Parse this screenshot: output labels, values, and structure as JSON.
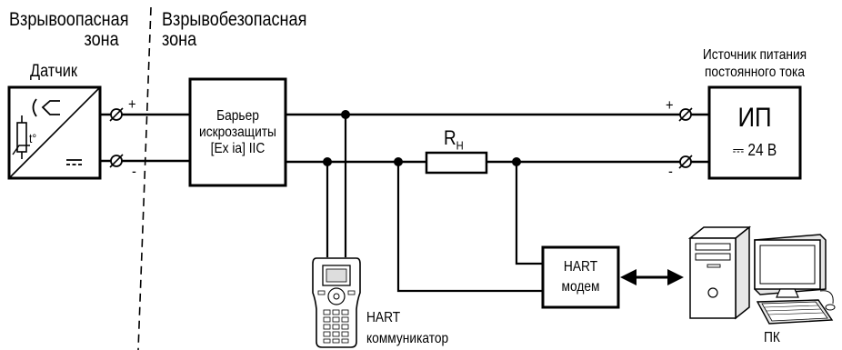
{
  "zones": {
    "hazardous": [
      "Взрывоопасная",
      "зона"
    ],
    "safe": [
      "Взрывобезопасная",
      "зона"
    ]
  },
  "sensor": {
    "title": "Датчик",
    "temp_symbol": "t°",
    "dc_symbol": "⎓"
  },
  "terminals": {
    "plus": "+",
    "minus": "-"
  },
  "barrier": {
    "lines": [
      "Барьер",
      "искрозащиты",
      "[Ex ia] IIC"
    ]
  },
  "resistor": {
    "label": "R",
    "subscript": "Н"
  },
  "power_supply": {
    "caption": [
      "Источник питания",
      "постоянного тока"
    ],
    "title": "ИП",
    "voltage": "⎓ 24 В"
  },
  "hart_modem": {
    "lines": [
      "HART",
      "модем"
    ]
  },
  "hart_communicator": {
    "lines": [
      "HART",
      "коммуникатор"
    ]
  },
  "pc": {
    "label": "ПК"
  }
}
